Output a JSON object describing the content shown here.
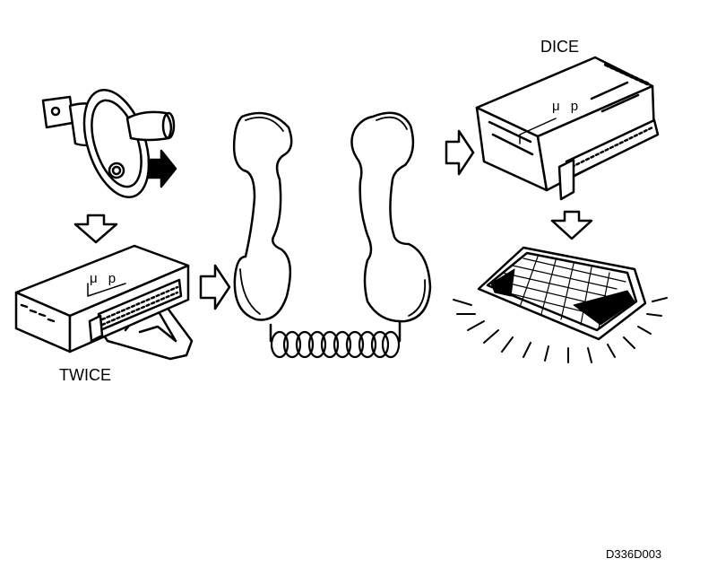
{
  "labels": {
    "twice": "TWICE",
    "dice": "DICE",
    "twice_chip": "μ p",
    "dice_chip": "μ p",
    "ref": "D336D003"
  },
  "colors": {
    "ink": "#000000",
    "paper": "#ffffff"
  },
  "icons": [
    "door-switch-icon",
    "twice-module-icon",
    "telephone-handsets-icon",
    "dice-tester-icon",
    "display-screen-icon",
    "arrow-icons"
  ]
}
